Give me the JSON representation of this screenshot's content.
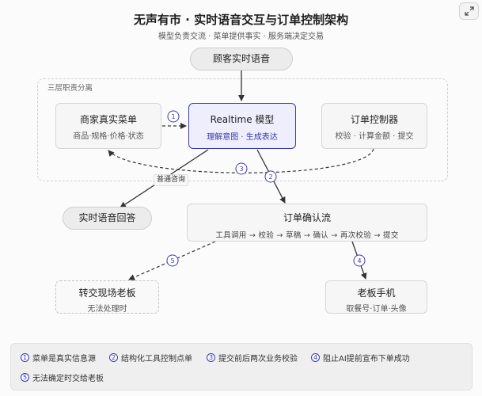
{
  "header": {
    "title": "无声有市 · 实时语音交互与订单控制架构",
    "subtitle": "模型负责交流 · 菜单提供事实 · 服务端决定交易"
  },
  "nodes": {
    "customer_voice": "顾客实时语音",
    "group_label": "三层职责分离",
    "menu": {
      "title": "商家真实菜单",
      "sub": "商品·规格·价格·状态"
    },
    "model": {
      "title": "Realtime 模型",
      "sub": "理解意图 · 生成表达"
    },
    "controller": {
      "title": "订单控制器",
      "sub": "校验 · 计算金额 · 提交"
    },
    "voice_reply": "实时语音回答",
    "order_flow": {
      "title": "订单确认流",
      "steps": "工具调用 → 校验 → 草稿 → 确认 → 再次校验 → 提交"
    },
    "handoff": {
      "title": "转交现场老板",
      "sub": "无法处理时"
    },
    "owner_phone": {
      "title": "老板手机",
      "sub": "取餐号·订单·头像"
    }
  },
  "edges": {
    "general_inquiry": "普通咨询",
    "badges": [
      "1",
      "2",
      "3",
      "4",
      "5"
    ]
  },
  "legend": [
    {
      "num": "1",
      "text": "菜单是真实信息源"
    },
    {
      "num": "2",
      "text": "结构化工具控制点单"
    },
    {
      "num": "3",
      "text": "提交前后两次业务校验"
    },
    {
      "num": "4",
      "text": "阻止AI提前宣布下单成功"
    },
    {
      "num": "5",
      "text": "无法确定时交给老板"
    }
  ],
  "colors": {
    "accent": "#3b3bb0",
    "border": "#d6d6d6",
    "arrow": "#333333"
  }
}
